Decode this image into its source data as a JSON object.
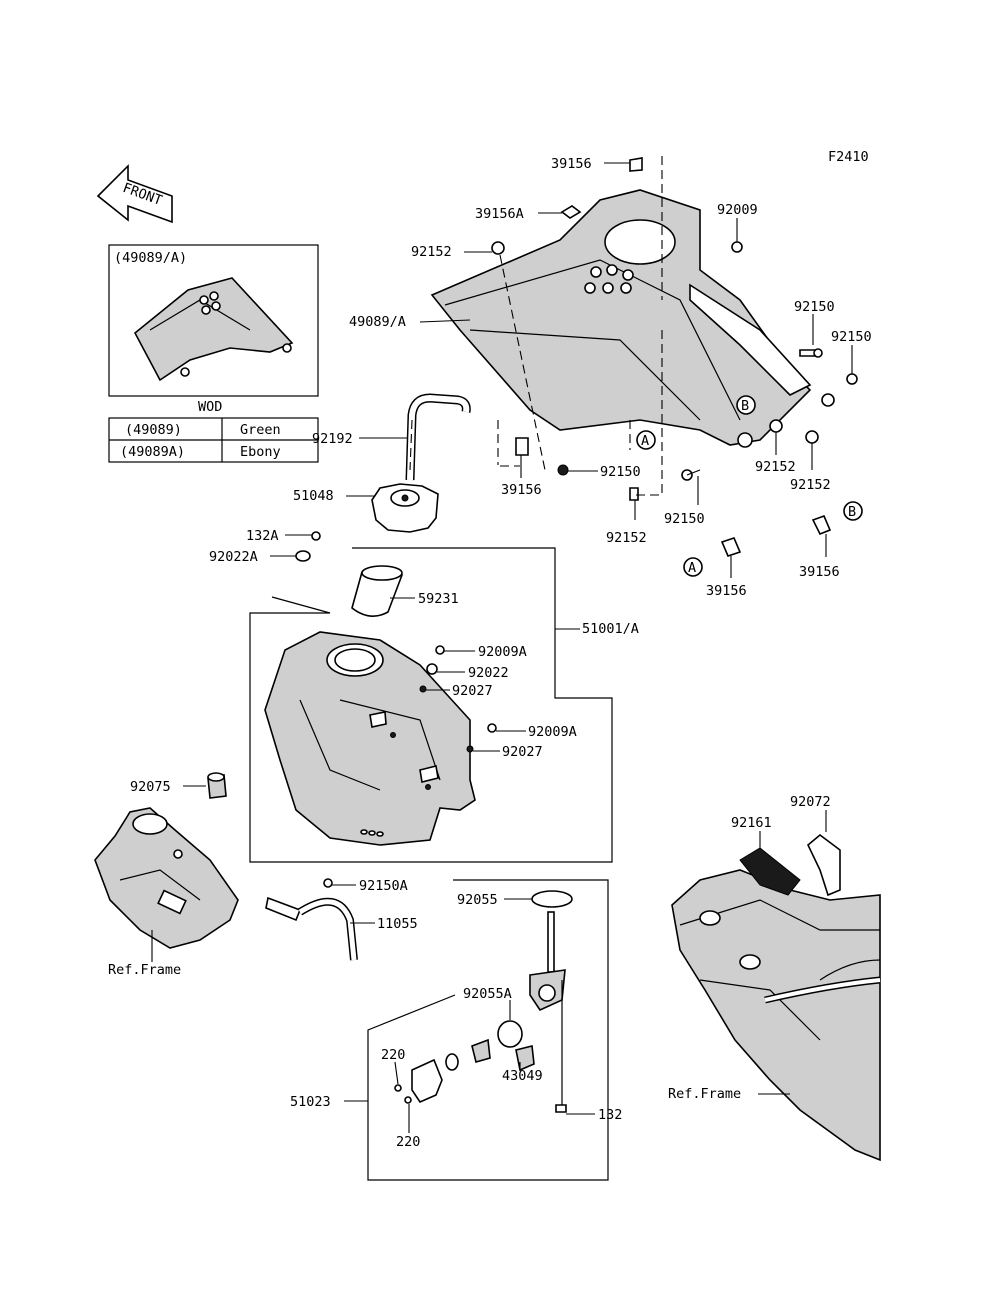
{
  "diagram": {
    "figure_code": "F2410",
    "front_arrow_label": "FRONT",
    "inset": {
      "title": "(49089/A)",
      "wod_label": "WOD",
      "color_table": [
        {
          "part": "(49089)",
          "color": "Green"
        },
        {
          "part": "(49089A)",
          "color": "Ebony"
        }
      ]
    },
    "refs": {
      "ref_a": "A",
      "ref_b": "B"
    },
    "labels": {
      "p39156_top": "39156",
      "p39156a": "39156A",
      "p92009": "92009",
      "p92152_top": "92152",
      "p49089a": "49089/A",
      "p92150_a": "92150",
      "p92150_b": "92150",
      "p92192": "92192",
      "p92150_c": "92150",
      "p39156_mid": "39156",
      "p92152_r1": "92152",
      "p92152_r2": "92152",
      "p51048": "51048",
      "p92150_d": "92150",
      "p92152_low": "92152",
      "p132a": "132A",
      "p92022a": "92022A",
      "p39156_b": "39156",
      "p39156_a": "39156",
      "p59231": "59231",
      "p51001a": "51001/A",
      "p92009a_1": "92009A",
      "p92022": "92022",
      "p92027_1": "92027",
      "p92009a_2": "92009A",
      "p92027_2": "92027",
      "p92075": "92075",
      "p92072": "92072",
      "p92161": "92161",
      "p92150a": "92150A",
      "p92055": "92055",
      "p11055": "11055",
      "ref_frame_left": "Ref.Frame",
      "p92055a": "92055A",
      "p220_top": "220",
      "p43049": "43049",
      "p51023": "51023",
      "p132": "132",
      "p220_bottom": "220",
      "ref_frame_right": "Ref.Frame"
    }
  }
}
